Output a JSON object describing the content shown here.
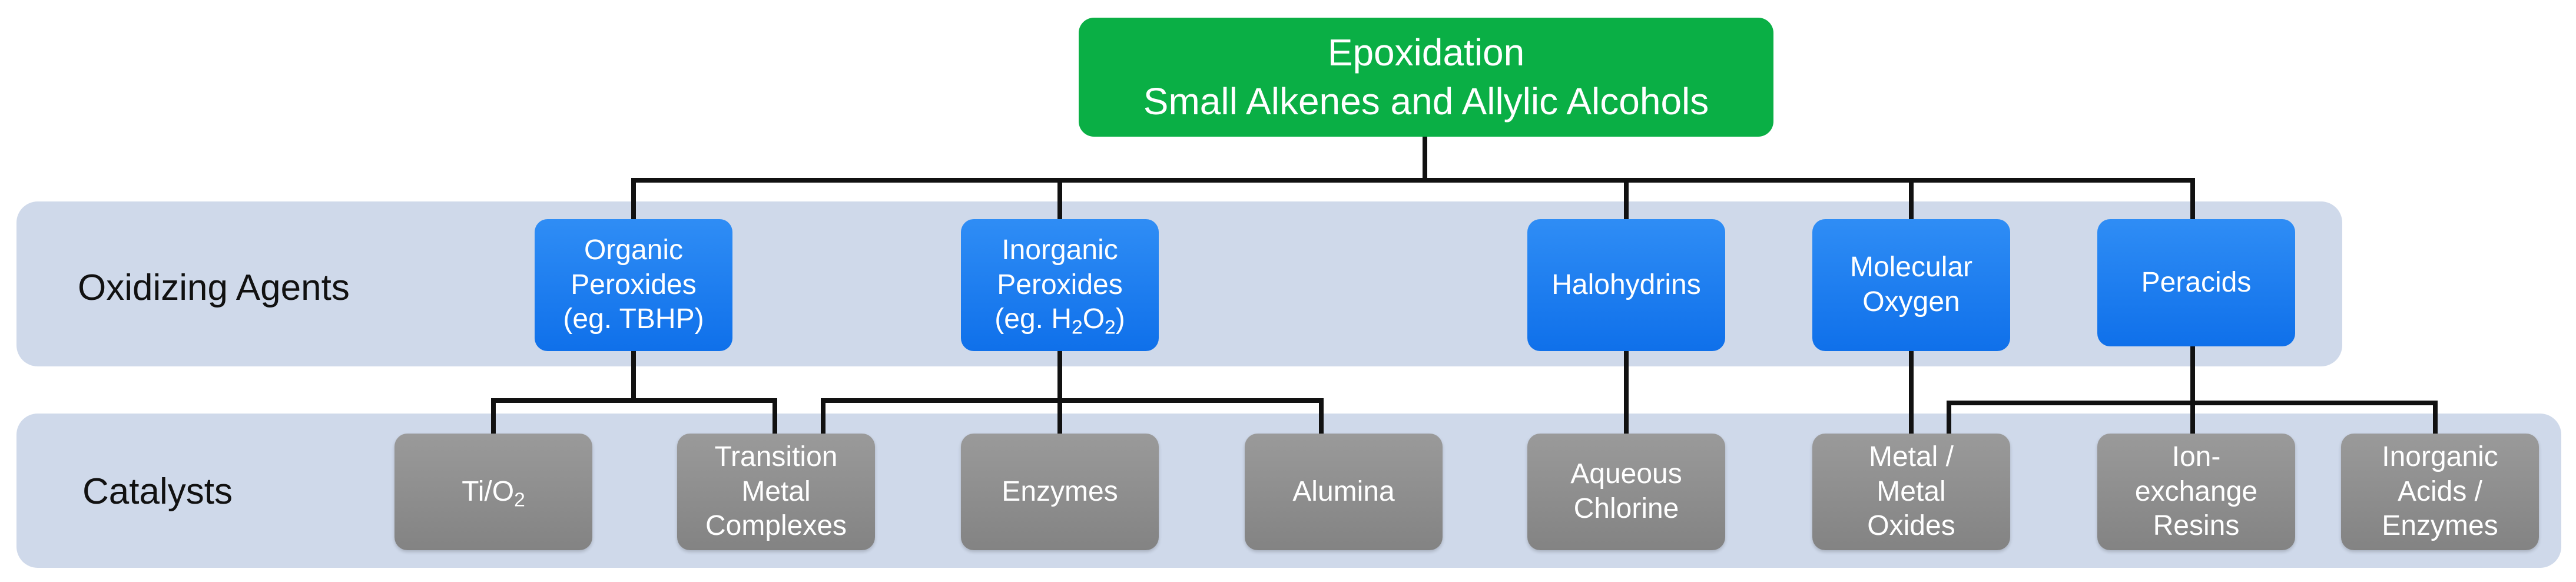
{
  "root": {
    "line1": "Epoxidation",
    "line2": "Small Alkenes and Allylic Alcohols"
  },
  "rows": {
    "oxidizing_agents": "Oxidizing Agents",
    "catalysts": "Catalysts"
  },
  "oxidizing_agents": {
    "organic_peroxides": "Organic\nPeroxides\n(eg. TBHP)",
    "inorganic_line1": "Inorganic",
    "inorganic_line2": "Peroxides",
    "inorganic_prefix": "(eg. H",
    "inorganic_sub1": "2",
    "inorganic_mid": "O",
    "inorganic_sub2": "2",
    "inorganic_suffix": ")",
    "halohydrins": "Halohydrins",
    "molecular_oxygen": "Molecular\nOxygen",
    "peracids": "Peracids"
  },
  "catalysts": {
    "tio2_main": "Ti/O",
    "tio2_sub": "2",
    "transition_metal_complexes": "Transition\nMetal\nComplexes",
    "enzymes": "Enzymes",
    "alumina": "Alumina",
    "aqueous_chlorine": "Aqueous\nChlorine",
    "metal_oxides": "Metal /\nMetal\nOxides",
    "ion_exchange_resins": "Ion-\nexchange\nResins",
    "inorganic_acids_enzymes": "Inorganic\nAcids /\nEnzymes"
  },
  "colors": {
    "root_green": "#0aaf45",
    "agent_blue": "#1a7cf0",
    "catalyst_gray": "#8e8e8e",
    "band_blue": "#cfd9ea",
    "connector": "#111111"
  }
}
